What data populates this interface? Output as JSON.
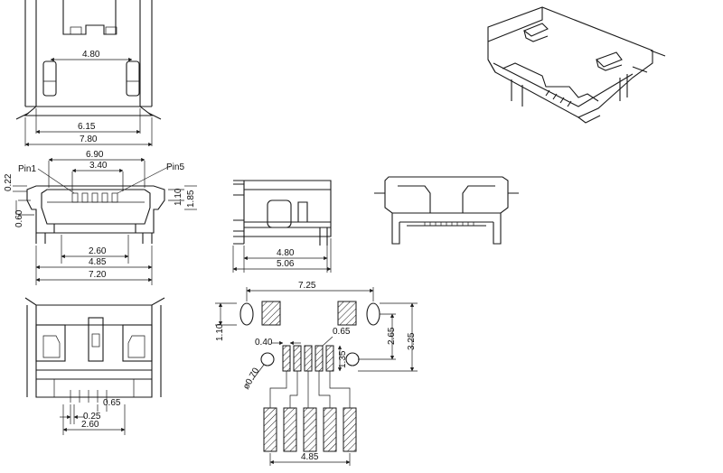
{
  "labels": {
    "top_inner": "4.80",
    "top_mid": "6.15",
    "top_outer": "7.80",
    "front_690": "6.90",
    "front_340": "3.40",
    "pin1": "Pin1",
    "pin5": "Pin5",
    "front_022": "0.22",
    "front_060": "0.60",
    "front_110": "1.10",
    "front_185": "1.85",
    "front_260": "2.60",
    "front_485": "4.85",
    "front_720": "7.20",
    "side_480": "4.80",
    "side_506": "5.06",
    "bottom_025": "0.25",
    "bottom_065": "0.65",
    "bottom_260": "2.60",
    "pcb_725": "7.25",
    "pcb_110": "1.10",
    "pcb_040": "0.40",
    "pcb_065": "0.65",
    "pcb_135": "1.35",
    "pcb_265": "2.65",
    "pcb_325": "3.25",
    "pcb_d070": "ø0.70",
    "pcb_485": "4.85"
  }
}
